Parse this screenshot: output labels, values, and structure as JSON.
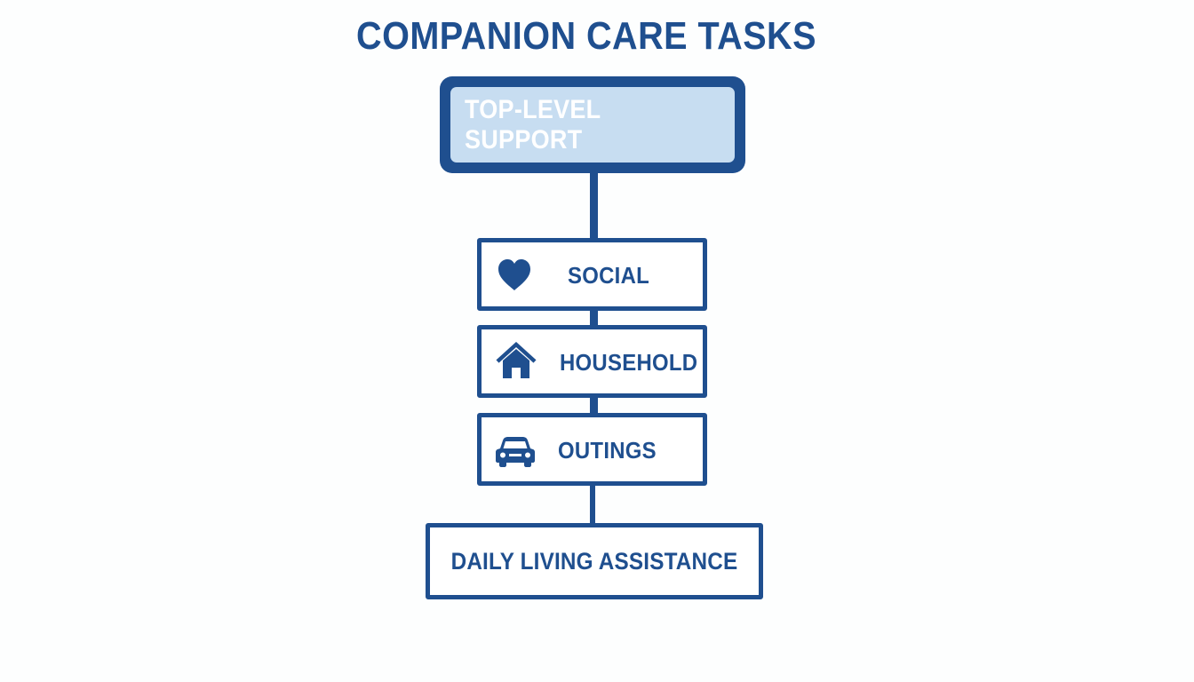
{
  "title": "COMPANION CARE TASKS",
  "top_node": {
    "label": "TOP-LEVEL SUPPORT"
  },
  "tasks": [
    {
      "label": "SOCIAL",
      "icon": "heart-icon"
    },
    {
      "label": "HOUSEHOLD",
      "icon": "house-icon"
    },
    {
      "label": "OUTINGS",
      "icon": "car-icon"
    }
  ],
  "bottom_node": {
    "label": "DAILY LIVING ASSISTANCE"
  },
  "colors": {
    "primary": "#1f4f8f",
    "top_fill": "#c7ddf1",
    "background": "#fdfefe"
  }
}
